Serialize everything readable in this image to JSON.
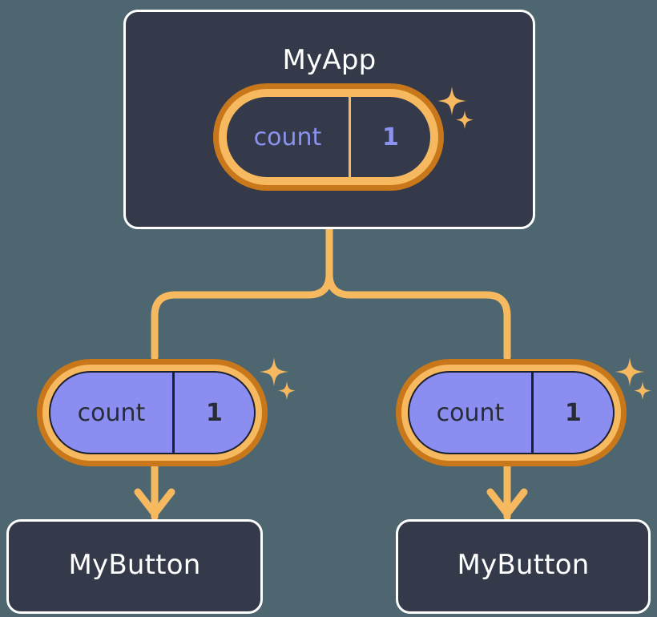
{
  "diagram": {
    "title_text": "MyApp",
    "background_color": "#4d6670",
    "accent_orange": "#f7b95f",
    "accent_orange_dark": "#c8771a",
    "signal_purple": "#8b8ef0",
    "signal_periwinkle": "#8b92f0",
    "node_fill": "#343a49",
    "node_border": "#ffffff"
  },
  "root_node": {
    "label": "MyApp",
    "signal": {
      "name": "count",
      "value": "1"
    },
    "sparkle_icon": "sparkles-icon"
  },
  "children": [
    {
      "signal": {
        "name": "count",
        "value": "1"
      },
      "sparkle_icon": "sparkles-icon",
      "label": "MyButton",
      "arrow_icon": "arrow-down-icon"
    },
    {
      "signal": {
        "name": "count",
        "value": "1"
      },
      "sparkle_icon": "sparkles-icon",
      "label": "MyButton",
      "arrow_icon": "arrow-down-icon"
    }
  ],
  "connectors": {
    "trunk_icon": "tree-branch-connector",
    "color": "#f7b95f"
  }
}
